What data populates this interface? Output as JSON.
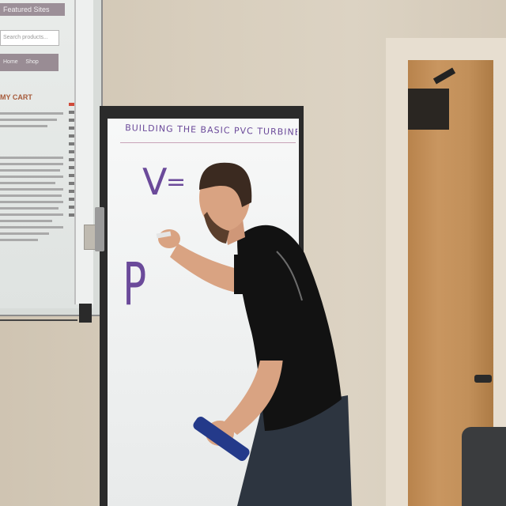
{
  "scene": {
    "description_label": "Presenter writing on whiteboard",
    "whiteboard": {
      "title": "BUILDING THE BASIC PVC TURBINE",
      "line1_left": "V",
      "line1_right": "=",
      "line2": "P"
    },
    "projection_screen": {
      "banner": "Featured Sites",
      "search_placeholder": "Search products...",
      "menu_left": "Home",
      "menu_right": "Shop",
      "heading": "MY CART"
    }
  },
  "colors": {
    "wall": "#d8cebd",
    "door": "#c2905a",
    "marker_ink": "#6b4a9a",
    "shirt": "#111111",
    "jeans": "#2d3540",
    "eraser": "#243a8a"
  }
}
